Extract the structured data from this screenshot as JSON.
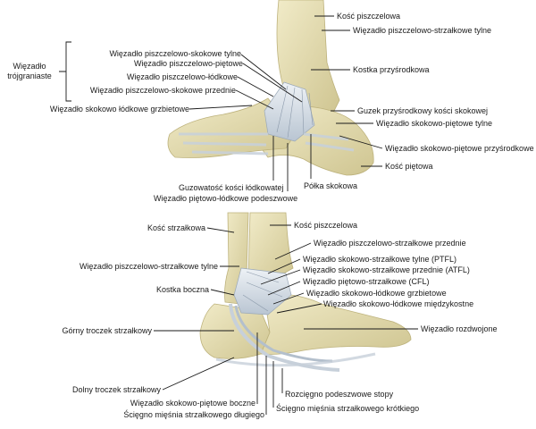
{
  "group_label": "Więzadło\ntrójgraniaste",
  "medial_labels": {
    "tibia": "Kość piszczelowa",
    "post_tibiotalar": "Więzadło piszczelowo-skokowe tylne",
    "tibiocalcaneal": "Więzadło piszczelowo-piętowe",
    "post_tibiofibular": "Więzadło piszczelowo-strzałkowe tylne",
    "tibionavicular": "Więzadło piszczelowo-łódkowe",
    "medial_malleolus": "Kostka przyśrodkowa",
    "ant_tibiotalar": "Więzadło piszczelowo-skokowe przednie",
    "dorsal_talonavicular": "Więzadło skokowo łódkowe grzbietowe",
    "medial_talar_tubercle": "Guzek przyśrodkowy kości skokowej",
    "post_talocalcaneal": "Więzadło skokowo-piętowe tylne",
    "medial_talocalcaneal": "Więzadło skokowo-piętowe przyśrodkowe",
    "calcaneus": "Kość piętowa",
    "navicular_tuberosity": "Guzowatość kości łódkowatej",
    "plantar_calcaneonavicular": "Więzadło piętowo-łódkowe podeszwowe",
    "sustentaculum": "Półka skokowa"
  },
  "lateral_labels": {
    "fibula": "Kość strzałkowa",
    "tibia": "Kość piszczelowa",
    "ant_tibiofibular": "Więzadło piszczelowo-strzałkowe przednie",
    "post_tibiofibular": "Więzadło piszczelowo-strzałkowe tylne",
    "ptfl": "Więzadło skokowo-strzałkowe tylne (PTFL)",
    "atfl": "Więzadło skokowo-strzałkowe przednie (ATFL)",
    "lateral_malleolus": "Kostka boczna",
    "cfl": "Więzadło piętowo-strzałkowe (CFL)",
    "dorsal_talonavicular": "Więzadło skokowo-łódkowe grzbietowe",
    "interosseous_talocalcaneal": "Więzadło skokowo-łódkowe międzykostne",
    "sup_peroneal_retinaculum": "Górny troczek strzałkowy",
    "bifurcate": "Więzadło rozdwojone",
    "inf_peroneal_retinaculum": "Dolny troczek strzałkowy",
    "plantar_fascia": "Rozcięgno podeszwowe stopy",
    "lateral_talocalcaneal": "Więzadło skokowo-piętowe boczne",
    "peroneus_brevis": "Ścięgno mięśnia strzałkowego krótkiego",
    "peroneus_longus": "Ścięgno mięśnia strzałkowego długiego"
  },
  "colors": {
    "bone": "#e9e1b8",
    "bone_shade": "#c9bf8c",
    "ligament": "#dfe6ee",
    "ligament_edge": "#9aa8b8",
    "line": "#1a1a1a"
  }
}
